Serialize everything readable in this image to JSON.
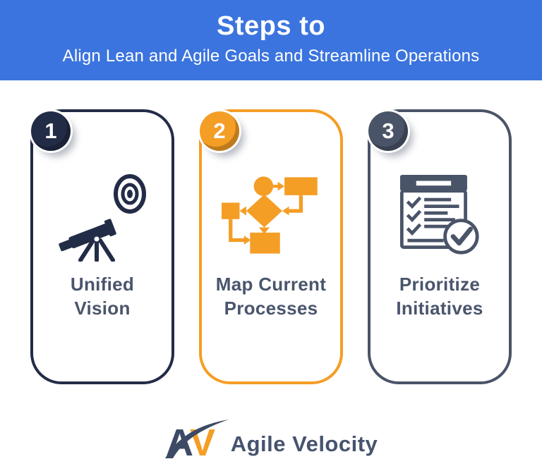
{
  "header": {
    "title": "Steps to",
    "subtitle": "Align Lean and Agile Goals and Streamline Operations",
    "background_color": "#3B74DE",
    "text_color": "#FFFFFF"
  },
  "steps": [
    {
      "number": "1",
      "label_lines": [
        "Unified",
        "Vision"
      ],
      "color": "#232C47",
      "icon": "telescope-target-icon"
    },
    {
      "number": "2",
      "label_lines": [
        "Map Current",
        "Processes"
      ],
      "color": "#F49E26",
      "icon": "flowchart-icon"
    },
    {
      "number": "3",
      "label_lines": [
        "Prioritize",
        "Initiatives"
      ],
      "color": "#4A5468",
      "icon": "checklist-icon"
    }
  ],
  "label_color": "#49556C",
  "footer": {
    "monogram_a": "A",
    "monogram_v": "V",
    "monogram_a_color": "#3D4A66",
    "monogram_v_color": "#F49E26",
    "swoosh_color": "#3D4A66",
    "logo_text": "Agile Velocity",
    "logo_text_color": "#46536E"
  }
}
